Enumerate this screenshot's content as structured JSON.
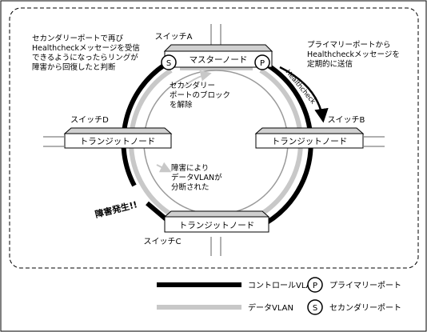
{
  "switches": {
    "a": "スイッチA",
    "b": "スイッチB",
    "c": "スイッチC",
    "d": "スイッチD"
  },
  "nodes": {
    "master": "マスターノード",
    "transit_b": "トランジットノード",
    "transit_c": "トランジットノード",
    "transit_d": "トランジットノード"
  },
  "port_symbols": {
    "primary": "P",
    "secondary": "S"
  },
  "annotations": {
    "secondary_note": [
      "セカンダリーポートで再び",
      "Healthcheckメッセージを受信",
      "できるようになったらリングが",
      "障害から回復したと判断"
    ],
    "primary_note": [
      "プライマリーポートから",
      "Healthcheckメッセージを",
      "定期的に送信"
    ],
    "unblock_note": [
      "セカンダリー",
      "ポートのブロック",
      "を解除"
    ],
    "split_note": [
      "障害により",
      "データVLANが",
      "分断された"
    ],
    "healthcheck_label": "Healthcheck",
    "failure_label": "障害発生!!"
  },
  "legend": {
    "control_vlan": "コントロールVLAN",
    "data_vlan": "データVLAN",
    "primary_port": "プライマリーポート",
    "secondary_port": "セカンダリーポート"
  },
  "colors": {
    "control_vlan": "#000000",
    "data_vlan": "#c8c8c8",
    "node_fill": "#e8e8e8"
  }
}
